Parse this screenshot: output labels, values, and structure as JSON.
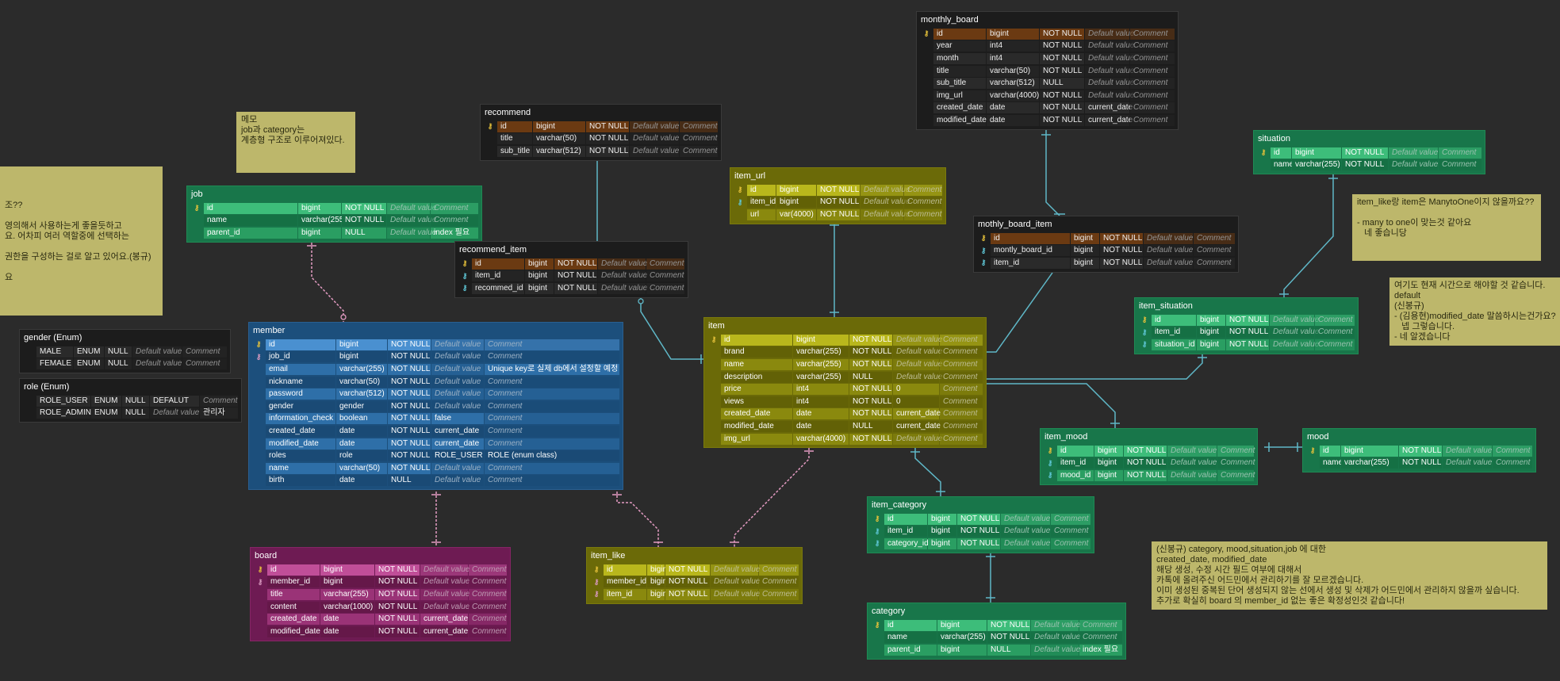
{
  "tables": [
    {
      "id": "monthly_board",
      "title": "monthly_board",
      "theme": "dark",
      "widths": [
        66,
        66,
        56,
        56,
        56
      ],
      "rows": [
        {
          "key": "pk",
          "cols": [
            "id",
            "bigint",
            "NOT NULL",
            "Default value",
            "Comment"
          ]
        },
        {
          "key": "",
          "cols": [
            "year",
            "int4",
            "NOT NULL",
            "Default value",
            "Comment"
          ]
        },
        {
          "key": "",
          "cols": [
            "month",
            "int4",
            "NOT NULL",
            "Default value",
            "Comment"
          ]
        },
        {
          "key": "",
          "cols": [
            "title",
            "varchar(50)",
            "NOT NULL",
            "Default value",
            "Comment"
          ]
        },
        {
          "key": "",
          "cols": [
            "sub_title",
            "varchar(512)",
            "NULL",
            "Default value",
            "Comment"
          ]
        },
        {
          "key": "",
          "cols": [
            "img_url",
            "varchar(4000)",
            "NOT NULL",
            "Default value",
            "Comment"
          ]
        },
        {
          "key": "",
          "cols": [
            "created_date",
            "date",
            "NOT NULL",
            "current_date",
            "Comment"
          ]
        },
        {
          "key": "",
          "cols": [
            "modified_date",
            "date",
            "NOT NULL",
            "current_date",
            "Comment"
          ]
        }
      ]
    },
    {
      "id": "recommend",
      "title": "recommend",
      "theme": "dark",
      "widths": [
        44,
        66,
        54,
        62,
        48
      ],
      "rows": [
        {
          "key": "pk",
          "cols": [
            "id",
            "bigint",
            "NOT NULL",
            "Default value",
            "Comment"
          ]
        },
        {
          "key": "",
          "cols": [
            "title",
            "varchar(50)",
            "NOT NULL",
            "Default value",
            "Comment"
          ]
        },
        {
          "key": "",
          "cols": [
            "sub_title",
            "varchar(512)",
            "NOT NULL",
            "Default value",
            "Comment"
          ]
        }
      ]
    },
    {
      "id": "job",
      "title": "job",
      "theme": "green",
      "widths": [
        118,
        54,
        56,
        54,
        60
      ],
      "rows": [
        {
          "key": "pk",
          "cols": [
            "id",
            "bigint",
            "NOT NULL",
            "Default value",
            "Comment"
          ]
        },
        {
          "key": "",
          "cols": [
            "name",
            "varchar(255)",
            "NOT NULL",
            "Default value",
            "Comment"
          ]
        },
        {
          "key": "",
          "cols": [
            "parent_id",
            "bigint",
            "NULL",
            "Default value",
            "index 필요"
          ]
        }
      ]
    },
    {
      "id": "item_url",
      "title": "item_url",
      "theme": "olive",
      "widths": [
        36,
        50,
        54,
        54,
        48
      ],
      "rows": [
        {
          "key": "pk",
          "cols": [
            "id",
            "bigint",
            "NOT NULL",
            "Default value",
            "Comment"
          ]
        },
        {
          "key": "fk",
          "cols": [
            "item_id",
            "bigint",
            "NOT NULL",
            "Default value",
            "Comment"
          ]
        },
        {
          "key": "",
          "cols": [
            "url",
            "var(4000)",
            "NOT NULL",
            "Default value",
            "Comment"
          ]
        }
      ]
    },
    {
      "id": "situation",
      "title": "situation",
      "theme": "green",
      "widths": [
        26,
        62,
        58,
        62,
        54
      ],
      "rows": [
        {
          "key": "pk",
          "cols": [
            "id",
            "bigint",
            "NOT NULL",
            "Default value",
            "Comment"
          ]
        },
        {
          "key": "",
          "cols": [
            "name",
            "varchar(255)",
            "NOT NULL",
            "Default value",
            "Comment"
          ]
        }
      ]
    },
    {
      "id": "mothly_board_item",
      "title": "mothly_board_item",
      "theme": "dark",
      "widths": [
        100,
        36,
        54,
        62,
        52
      ],
      "rows": [
        {
          "key": "pk",
          "cols": [
            "id",
            "bigint",
            "NOT NULL",
            "Default value",
            "Comment"
          ]
        },
        {
          "key": "fk",
          "cols": [
            "montly_board_id",
            "bigint",
            "NOT NULL",
            "Default value",
            "Comment"
          ]
        },
        {
          "key": "fk",
          "cols": [
            "item_id",
            "bigint",
            "NOT NULL",
            "Default value",
            "Comment"
          ]
        }
      ]
    },
    {
      "id": "recommend_item",
      "title": "recommend_item",
      "theme": "dark",
      "widths": [
        66,
        36,
        54,
        60,
        48
      ],
      "rows": [
        {
          "key": "pk",
          "cols": [
            "id",
            "bigint",
            "NOT NULL",
            "Default value",
            "Comment"
          ]
        },
        {
          "key": "fk",
          "cols": [
            "item_id",
            "bigint",
            "NOT NULL",
            "Default value",
            "Comment"
          ]
        },
        {
          "key": "fk",
          "cols": [
            "recommed_id",
            "bigint",
            "NOT NULL",
            "Default value",
            "Comment"
          ]
        }
      ]
    },
    {
      "id": "member",
      "title": "member",
      "theme": "blue",
      "widths": [
        88,
        64,
        54,
        66,
        170
      ],
      "rows": [
        {
          "key": "pk",
          "cols": [
            "id",
            "bigint",
            "NOT NULL",
            "Default value",
            "Comment"
          ]
        },
        {
          "key": "fkr",
          "cols": [
            "job_id",
            "bigint",
            "NOT NULL",
            "Default value",
            "Comment"
          ]
        },
        {
          "key": "",
          "cols": [
            "email",
            "varchar(255)",
            "NOT NULL",
            "Default value",
            "Unique key로 실제 db에서 설정할 예정"
          ]
        },
        {
          "key": "",
          "cols": [
            "nickname",
            "varchar(50)",
            "NOT NULL",
            "Default value",
            "Comment"
          ]
        },
        {
          "key": "",
          "cols": [
            "password",
            "varchar(512)",
            "NOT NULL",
            "Default value",
            "Comment"
          ]
        },
        {
          "key": "",
          "cols": [
            "gender",
            "gender",
            "NOT NULL",
            "Default value",
            "Comment"
          ]
        },
        {
          "key": "",
          "cols": [
            "information_check",
            "boolean",
            "NOT NULL",
            "false",
            "Comment"
          ]
        },
        {
          "key": "",
          "cols": [
            "created_date",
            "date",
            "NOT NULL",
            "current_date",
            "Comment"
          ]
        },
        {
          "key": "",
          "cols": [
            "modified_date",
            "date",
            "NOT NULL",
            "current_date",
            "Comment"
          ]
        },
        {
          "key": "",
          "cols": [
            "roles",
            "role",
            "NOT NULL",
            "ROLE_USER",
            "ROLE (enum class)"
          ]
        },
        {
          "key": "",
          "cols": [
            "name",
            "varchar(50)",
            "NOT NULL",
            "Default value",
            "Comment"
          ]
        },
        {
          "key": "",
          "cols": [
            "birth",
            "date",
            "NULL",
            "Default value",
            "Comment"
          ]
        }
      ]
    },
    {
      "id": "item",
      "title": "item",
      "theme": "olive",
      "widths": [
        90,
        70,
        54,
        58,
        54
      ],
      "rows": [
        {
          "key": "pk",
          "cols": [
            "id",
            "bigint",
            "NOT NULL",
            "Default value",
            "Comment"
          ]
        },
        {
          "key": "",
          "cols": [
            "brand",
            "varchar(255)",
            "NOT NULL",
            "Default value",
            "Comment"
          ]
        },
        {
          "key": "",
          "cols": [
            "name",
            "varchar(255)",
            "NOT NULL",
            "Default value",
            "Comment"
          ]
        },
        {
          "key": "",
          "cols": [
            "description",
            "varchar(255)",
            "NULL",
            "Default value",
            "Comment"
          ]
        },
        {
          "key": "",
          "cols": [
            "price",
            "int4",
            "NOT NULL",
            "0",
            "Comment"
          ]
        },
        {
          "key": "",
          "cols": [
            "views",
            "int4",
            "NOT NULL",
            "0",
            "Comment"
          ]
        },
        {
          "key": "",
          "cols": [
            "created_date",
            "date",
            "NOT NULL",
            "current_date",
            "Comment"
          ]
        },
        {
          "key": "",
          "cols": [
            "modified_date",
            "date",
            "NULL",
            "current_date",
            "Comment"
          ]
        },
        {
          "key": "",
          "cols": [
            "img_url",
            "varchar(4000)",
            "NOT NULL",
            "Default value",
            "Comment"
          ]
        }
      ]
    },
    {
      "id": "item_situation",
      "title": "item_situation",
      "theme": "green",
      "widths": [
        56,
        36,
        54,
        56,
        50
      ],
      "rows": [
        {
          "key": "pk",
          "cols": [
            "id",
            "bigint",
            "NOT NULL",
            "Default value",
            "Comment"
          ]
        },
        {
          "key": "fk",
          "cols": [
            "item_id",
            "bigint",
            "NOT NULL",
            "Default value",
            "Comment"
          ]
        },
        {
          "key": "fk",
          "cols": [
            "situation_id",
            "bigint",
            "NOT NULL",
            "Default value",
            "Comment"
          ]
        }
      ]
    },
    {
      "id": "gender",
      "title": "gender (Enum)",
      "theme": "dark",
      "widths": [
        46,
        38,
        34,
        62,
        56
      ],
      "rows": [
        {
          "key": "",
          "cols": [
            "MALE",
            "ENUM",
            "NULL",
            "Default value",
            "Comment"
          ]
        },
        {
          "key": "",
          "cols": [
            "FEMALE",
            "ENUM",
            "NULL",
            "Default value",
            "Comment"
          ]
        }
      ]
    },
    {
      "id": "role",
      "title": "role (Enum)",
      "theme": "dark",
      "widths": [
        68,
        38,
        34,
        62,
        48
      ],
      "rows": [
        {
          "key": "",
          "cols": [
            "ROLE_USER",
            "ENUM",
            "NULL",
            "DEFALUT",
            "Comment"
          ]
        },
        {
          "key": "",
          "cols": [
            "ROLE_ADMIN",
            "ENUM",
            "NULL",
            "Default value",
            "관리자"
          ]
        }
      ]
    },
    {
      "id": "item_mood",
      "title": "item_mood",
      "theme": "green",
      "widths": [
        46,
        36,
        54,
        62,
        46
      ],
      "rows": [
        {
          "key": "pk",
          "cols": [
            "id",
            "bigint",
            "NOT NULL",
            "Default value",
            "Comment"
          ]
        },
        {
          "key": "fk",
          "cols": [
            "item_id",
            "bigint",
            "NOT NULL",
            "Default value",
            "Comment"
          ]
        },
        {
          "key": "fk",
          "cols": [
            "mood_id",
            "bigint",
            "NOT NULL",
            "Default value",
            "Comment"
          ]
        }
      ]
    },
    {
      "id": "mood",
      "title": "mood",
      "theme": "green",
      "widths": [
        26,
        72,
        54,
        62,
        50
      ],
      "rows": [
        {
          "key": "pk",
          "cols": [
            "id",
            "bigint",
            "NOT NULL",
            "Default value",
            "Comment"
          ]
        },
        {
          "key": "",
          "cols": [
            "name",
            "varchar(255)",
            "NOT NULL",
            "Default value",
            "Comment"
          ]
        }
      ]
    },
    {
      "id": "item_category",
      "title": "item_category",
      "theme": "green",
      "widths": [
        54,
        36,
        54,
        62,
        50
      ],
      "rows": [
        {
          "key": "pk",
          "cols": [
            "id",
            "bigint",
            "NOT NULL",
            "Default value",
            "Comment"
          ]
        },
        {
          "key": "fk",
          "cols": [
            "item_id",
            "bigint",
            "NOT NULL",
            "Default value",
            "Comment"
          ]
        },
        {
          "key": "fk",
          "cols": [
            "category_id",
            "bigint",
            "NOT NULL",
            "Default value",
            "Comment"
          ]
        }
      ]
    },
    {
      "id": "board",
      "title": "board",
      "theme": "magenta",
      "widths": [
        66,
        68,
        56,
        60,
        48
      ],
      "rows": [
        {
          "key": "pk",
          "cols": [
            "id",
            "bigint",
            "NOT NULL",
            "Default value",
            "Comment"
          ]
        },
        {
          "key": "fkr",
          "cols": [
            "member_id",
            "bigint",
            "NOT NULL",
            "Default value",
            "Comment"
          ]
        },
        {
          "key": "",
          "cols": [
            "title",
            "varchar(255)",
            "NOT NULL",
            "Default value",
            "Comment"
          ]
        },
        {
          "key": "",
          "cols": [
            "content",
            "varchar(1000)",
            "NOT NULL",
            "Default value",
            "Comment"
          ]
        },
        {
          "key": "",
          "cols": [
            "created_date",
            "date",
            "NOT NULL",
            "current_date",
            "Comment"
          ]
        },
        {
          "key": "",
          "cols": [
            "modified_date",
            "date",
            "NOT NULL",
            "current_date",
            "Comment"
          ]
        }
      ]
    },
    {
      "id": "item_like",
      "title": "item_like",
      "theme": "olive",
      "widths": [
        54,
        22,
        56,
        60,
        50
      ],
      "rows": [
        {
          "key": "pk",
          "cols": [
            "id",
            "bigint",
            "NOT NULL",
            "Default value",
            "Comment"
          ]
        },
        {
          "key": "fkr",
          "cols": [
            "member_id",
            "bigint",
            "NOT NULL",
            "Default value",
            "Comment"
          ]
        },
        {
          "key": "fkr",
          "cols": [
            "item_id",
            "bigint",
            "NOT NULL",
            "Default value",
            "Comment"
          ]
        }
      ]
    },
    {
      "id": "category",
      "title": "category",
      "theme": "green",
      "widths": [
        66,
        62,
        54,
        60,
        54
      ],
      "rows": [
        {
          "key": "pk",
          "cols": [
            "id",
            "bigint",
            "NOT NULL",
            "Default value",
            "Comment"
          ]
        },
        {
          "key": "",
          "cols": [
            "name",
            "varchar(255)",
            "NOT NULL",
            "Default value",
            "Comment"
          ]
        },
        {
          "key": "",
          "cols": [
            "parent_id",
            "bigint",
            "NULL",
            "Default value",
            "index 필요"
          ]
        }
      ]
    }
  ],
  "memos": [
    {
      "id": "memo-left",
      "lines": [
        "",
        "",
        "",
        "조??",
        "",
        "영의해서 사용하는게 좋을듯하고",
        "요. 어차피 여러 역할중에 선택하는",
        "",
        "권한을 구성하는 걸로 알고 있어요.(봉규)",
        "",
        "요"
      ]
    },
    {
      "id": "memo-job",
      "lines": [
        "메모",
        "job과 category는",
        "계층형 구조로 이루어져있다."
      ]
    },
    {
      "id": "memo-item-like",
      "lines": [
        "item_like랑 item은 ManytoOne이지 않을까요??",
        "",
        "- many to one이 맞는것 같아요",
        "   네 좋습니당"
      ]
    },
    {
      "id": "memo-default",
      "lines": [
        "여기도 현재 시간으로 해야할 것 같습니다.",
        "default",
        "(신봉규)",
        "- (김용현)modified_date 말씀하시는건가요?",
        "   넵 그렇습니다.",
        "- 네 알겠습니다"
      ]
    },
    {
      "id": "memo-category",
      "lines": [
        "(신봉규) category, mood,situation,job 에 대한",
        "created_date, modified_date",
        "해당 생성, 수정 시간 필드 여부에 대해서",
        "카톡에 올려주신 어드민에서 관리하기를 잘 모르겠습니다.",
        "이미 생성된 중복된 단어 생성되지 않는 선에서 생성 및 삭제가 어드민에서 관리하지 않을까 싶습니다.",
        "추가로 확실히 board 의 member_id 없는 좋은 확정성인것 같습니다!"
      ]
    }
  ],
  "colors": {
    "canvas": "#2b2b2b",
    "edge_solid": "#5fb8c8",
    "edge_dashed": "#e39bc2",
    "memo": "#bdb76b"
  }
}
